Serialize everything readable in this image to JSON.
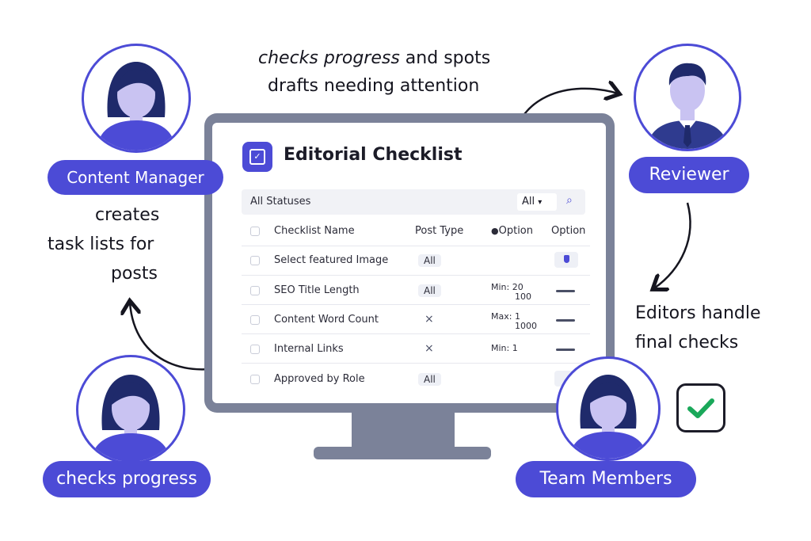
{
  "app": {
    "title": "Editorial Checklist",
    "filter_label": "All Statuses",
    "filter_value": "All",
    "columns": [
      "Checklist Name",
      "Post Type",
      "Option",
      "Option"
    ],
    "rows": [
      {
        "name": "Select featured Image",
        "post_type": "All",
        "option": "",
        "control": "toggle"
      },
      {
        "name": "SEO Title Length",
        "post_type": "All",
        "option_top": "Min: 20",
        "option_bottom": "100",
        "control": "dash"
      },
      {
        "name": "Content Word Count",
        "post_type": "×",
        "option_top": "Max: 1",
        "option_bottom": "1000",
        "control": "dash"
      },
      {
        "name": "Internal Links",
        "post_type": "×",
        "option_top": "Min: 1",
        "option_bottom": "",
        "control": "dash"
      },
      {
        "name": "Approved by Role",
        "post_type": "All",
        "option": "",
        "control": "box"
      }
    ]
  },
  "roles": {
    "content_manager": "Content Manager",
    "reviewer": "Reviewer",
    "checks_progress": "checks progress",
    "team_members": "Team Members"
  },
  "notes": {
    "top_line1_italic": "checks progress",
    "top_line1_rest": " and spots",
    "top_line2": "drafts needing attention",
    "left_line1": "creates",
    "left_line2": "task lists for",
    "left_line3": "posts",
    "right_line1": "Editors handle",
    "right_line2": "final checks"
  },
  "colors": {
    "accent": "#4c4bd6",
    "avatar_fill": "#c9c3f2",
    "hair": "#1f2a6b",
    "monitor": "#7b8299",
    "check": "#1aa85a"
  }
}
